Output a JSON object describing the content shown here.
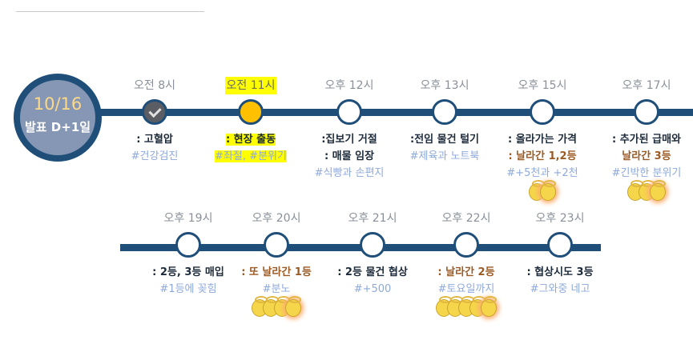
{
  "header": {
    "date": "10/16",
    "day_label": "발표 D+1일"
  },
  "row1": [
    {
      "time": "오전 8시",
      "status": "done",
      "lines": [
        ": 고혈압"
      ],
      "tag": "#건강검진",
      "angels": 0
    },
    {
      "time": "오전 11시",
      "status": "current",
      "lines": [
        ": 현장 출동"
      ],
      "tag": "#좌절, #분위기",
      "angels": 0
    },
    {
      "time": "오후 12시",
      "status": "pending",
      "lines": [
        ":집보기 거절",
        ": 매물 임장"
      ],
      "tag": "#식빵과 손편지",
      "angels": 0
    },
    {
      "time": "오후 13시",
      "status": "pending",
      "lines": [
        ":전임 물건 털기"
      ],
      "tag": "#제육과 노트북",
      "angels": 0
    },
    {
      "time": "오후 15시",
      "status": "pending",
      "lines": [
        ": 올라가는 가격",
        ": 날라간 1,2등"
      ],
      "tag": "#+5천과 +2천",
      "angels": 2
    },
    {
      "time": "오후 17시",
      "status": "pending",
      "lines": [
        ": 추가된 급매와",
        "날라간 3등"
      ],
      "tag": "#긴박한 분위기",
      "angels": 3
    }
  ],
  "row2": [
    {
      "time": "오후 19시",
      "lines": [
        ": 2등, 3등 매입"
      ],
      "tag": "#1등에 꽂힘",
      "angels": 0
    },
    {
      "time": "오후 20시",
      "lines": [
        ": 또 날라간 1등"
      ],
      "tag": "#분노",
      "angels": 4
    },
    {
      "time": "오후 21시",
      "lines": [
        ": 2등 물건 협상"
      ],
      "tag": "#+500",
      "angels": 0
    },
    {
      "time": "오후 22시",
      "lines": [
        ": 날라간 2등"
      ],
      "tag": "#토요일까지",
      "angels": 5
    },
    {
      "time": "오후 23시",
      "lines": [
        ": 협상시도 3등"
      ],
      "tag": "#그와중 네고",
      "angels": 0
    }
  ],
  "colors": {
    "track": "#1f4e79",
    "highlight": "#ffff00",
    "lost": "#9b5a23",
    "tag": "#8ea9db"
  }
}
